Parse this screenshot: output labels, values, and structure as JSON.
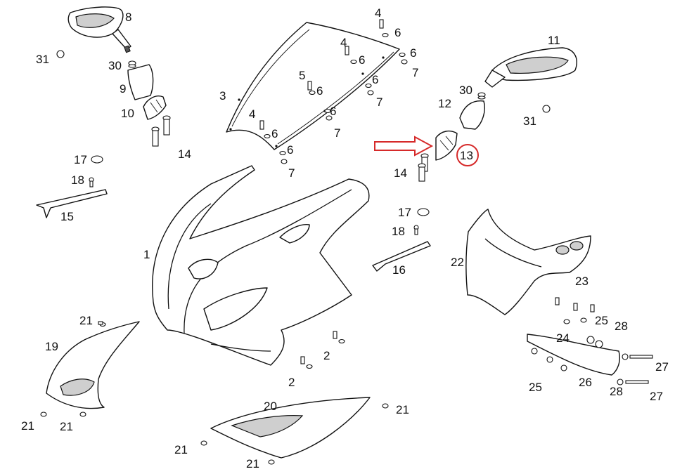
{
  "diagram": {
    "callout_colors": {
      "arrow": "#d62a2a",
      "circle": "#d62a2a"
    },
    "labels": {
      "l1": "1",
      "l2a": "2",
      "l2b": "2",
      "l3": "3",
      "l4a": "4",
      "l4b": "4",
      "l4c": "4",
      "l5": "5",
      "l6a": "6",
      "l6b": "6",
      "l6c": "6",
      "l6d": "6",
      "l6e": "6",
      "l6f": "6",
      "l6g": "6",
      "l6h": "6",
      "l7a": "7",
      "l7b": "7",
      "l7c": "7",
      "l7d": "7",
      "l8": "8",
      "l9": "9",
      "l10": "10",
      "l11": "11",
      "l12": "12",
      "l13": "13",
      "l14a": "14",
      "l14b": "14",
      "l15": "15",
      "l16": "16",
      "l17a": "17",
      "l17b": "17",
      "l18a": "18",
      "l18b": "18",
      "l19": "19",
      "l20": "20",
      "l21a": "21",
      "l21b": "21",
      "l21c": "21",
      "l21d": "21",
      "l21e": "21",
      "l21f": "21",
      "l22": "22",
      "l23": "23",
      "l24": "24",
      "l25a": "25",
      "l25b": "25",
      "l26": "26",
      "l27a": "27",
      "l27b": "27",
      "l28a": "28",
      "l28b": "28",
      "l30a": "30",
      "l30b": "30",
      "l31a": "31",
      "l31b": "31"
    }
  }
}
